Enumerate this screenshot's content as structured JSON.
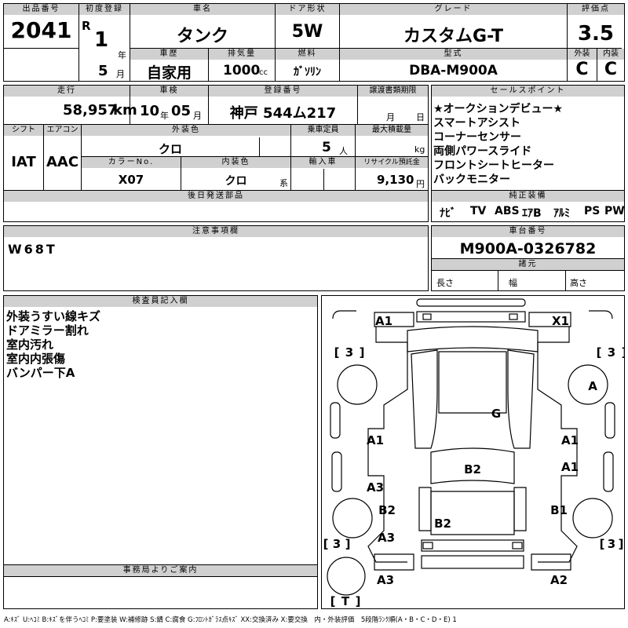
{
  "header": {
    "lot_label": "出品番号",
    "lot_number": "2041",
    "first_reg_label": "初度登録",
    "era": "R",
    "year": "1",
    "year_unit": "年",
    "month": "5",
    "month_unit": "月",
    "name_label": "車名",
    "name": "タンク",
    "door_label": "ドア形状",
    "door": "5W",
    "grade_label": "グレード",
    "grade": "カスタムG-T",
    "score_label": "評価点",
    "score": "3.5",
    "history_label": "車歴",
    "history": "自家用",
    "displacement_label": "排気量",
    "displacement": "1000",
    "displacement_unit": "cc",
    "fuel_label": "燃料",
    "fuel": "ｶﾞｿﾘﾝ",
    "model_label": "型式",
    "model": "DBA-M900A",
    "exterior_label": "外装",
    "exterior": "C",
    "interior_label": "内装",
    "interior": "C"
  },
  "specs": {
    "mileage_label": "走行",
    "mileage": "58,957",
    "mileage_unit": "km",
    "inspection_label": "車検",
    "insp_year": "10",
    "insp_year_unit": "年",
    "insp_month": "05",
    "insp_month_unit": "月",
    "reg_label": "登録番号",
    "reg": "神戸 544ム217",
    "transfer_label": "譲渡書類期限",
    "transfer_month": "月",
    "transfer_day": "日",
    "shift_label": "シフト",
    "shift": "IAT",
    "ac_label": "エアコン",
    "ac": "AAC",
    "ext_color_label": "外装色",
    "ext_color": "クロ",
    "capacity_label": "乗車定員",
    "capacity": "5",
    "capacity_unit": "人",
    "load_label": "最大積載量",
    "load_unit": "kg",
    "color_no_label": "カラーNo.",
    "color_no": "X07",
    "int_color_label": "内装色",
    "int_color": "クロ",
    "int_color_unit": "系",
    "import_label": "輸入車",
    "recycle_label": "リサイクル預託金",
    "recycle": "9,130",
    "recycle_unit": "円",
    "later_label": "後日発送部品"
  },
  "sales": {
    "label": "セールスポイント",
    "items": [
      "★オークションデビュー★",
      "スマートアシスト",
      "コーナーセンサー",
      "両側パワースライド",
      "フロントシートヒーター",
      "バックモニター"
    ]
  },
  "equipment": {
    "label": "純正装備",
    "items": [
      "ﾅﾋﾞ",
      "TV",
      "ABS",
      "ｴｱB",
      "ｱﾙﾐ",
      "PS",
      "PW"
    ]
  },
  "notes": {
    "label": "注意事項欄",
    "text": "W68T"
  },
  "chassis": {
    "label": "車台番号",
    "number": "M900A-0326782",
    "dims_label": "諸元",
    "length_label": "長さ",
    "width_label": "幅",
    "height_label": "高さ"
  },
  "inspector": {
    "label": "検査員記入欄",
    "lines": [
      "外装うすい線キズ",
      "ドアミラー割れ",
      "室内汚れ",
      "室内内張傷",
      "バンパー下A"
    ]
  },
  "office": {
    "label": "事務局よりご案内"
  },
  "diagram": {
    "front_left": "A1",
    "front_right": "X1",
    "tire_fl": "3",
    "tire_fr": "3",
    "tire_rl": "3",
    "tire_rr": "3",
    "spare": "T",
    "wheel_fr": "A",
    "windshield": "G",
    "door_fl": "A1",
    "door_fr": "A1",
    "door_fr2": "A1",
    "roof": "B2",
    "door_rl": "A3",
    "fender_rl": "B2",
    "fender_rr": "B1",
    "quarter_rl": "A3",
    "rear": "B2",
    "rear_left": "A3",
    "rear_right": "A2"
  },
  "legend": "A:ｷｽﾞ U:ﾍｺﾐ B:ｷｽﾞを伴うﾍｺﾐ P:要塗装 W:補修跡 S:錆 C:腐食 G:ﾌﾛﾝﾄｶﾞﾗｽ点ｷｽﾞ XX:交換済み X:要交換　内・外装評価　5段階ﾗﾝｸ順(A・B・C・D・E) 1"
}
